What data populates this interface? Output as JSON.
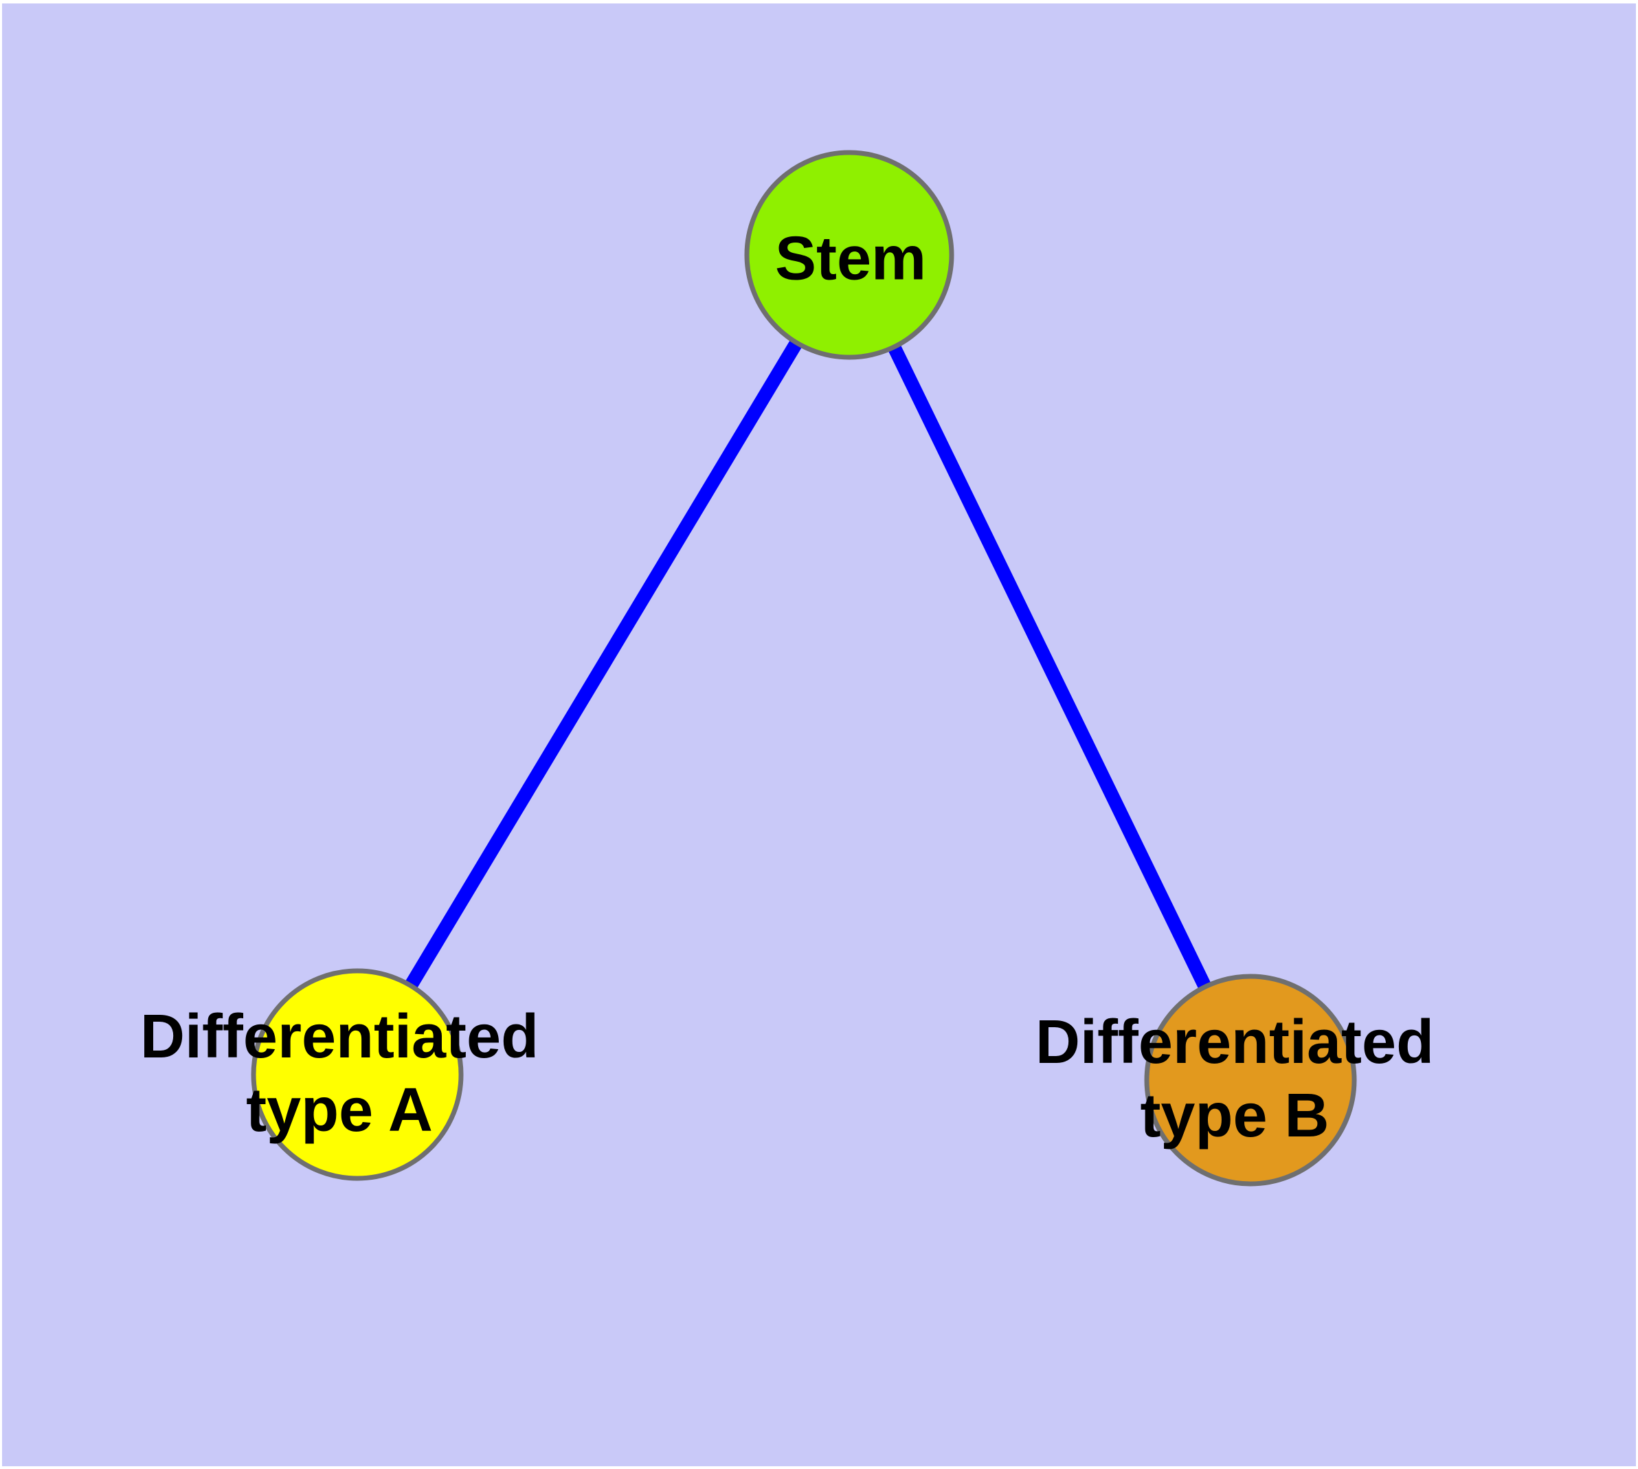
{
  "diagram": {
    "description": "Cell differentiation graph: one stem node connected to two differentiated cell type nodes",
    "background_color": "#C9C9F8",
    "frame_color": "#FFFFFF",
    "edge_color": "#0000FF",
    "node_border_color": "#6F6F6F",
    "label_color": "#000000",
    "nodes": [
      {
        "id": "stem",
        "label_line1": "Stem",
        "fill": "#8FF000"
      },
      {
        "id": "differentiated-type-a",
        "label_line1": "Differentiated",
        "label_line2": "type A",
        "fill": "#FFFF00"
      },
      {
        "id": "differentiated-type-b",
        "label_line1": "Differentiated",
        "label_line2": "type B",
        "fill": "#E2991E"
      }
    ],
    "edges": [
      {
        "from": "Stem",
        "to": "Differentiated type A"
      },
      {
        "from": "Stem",
        "to": "Differentiated type B"
      }
    ]
  }
}
